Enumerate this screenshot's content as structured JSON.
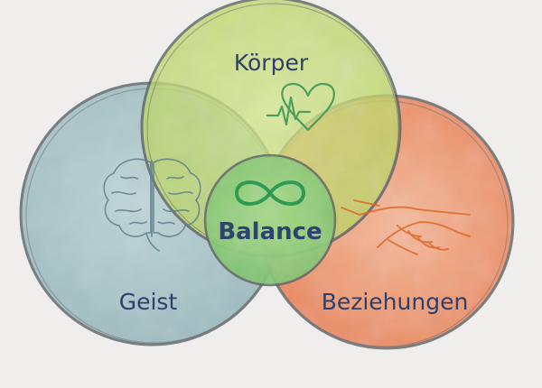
{
  "diagram": {
    "labels": {
      "top": "Körper",
      "left": "Geist",
      "right": "Beziehungen",
      "center": "Balance"
    },
    "icons": {
      "top": "heart-ecg-icon",
      "left": "brain-icon",
      "right": "handshake-icon",
      "center": "infinity-icon"
    },
    "colors": {
      "top_circle": "#c7dd6e",
      "left_circle": "#9fc0c5",
      "right_circle": "#ee7e4f",
      "center_circle": "#8fd07a",
      "ring": "#5e6367",
      "label_text": "#2f3f6a",
      "icon_green": "#3f9a57",
      "icon_orange": "#e06a2a",
      "icon_blue": "#5f7e8c"
    }
  }
}
